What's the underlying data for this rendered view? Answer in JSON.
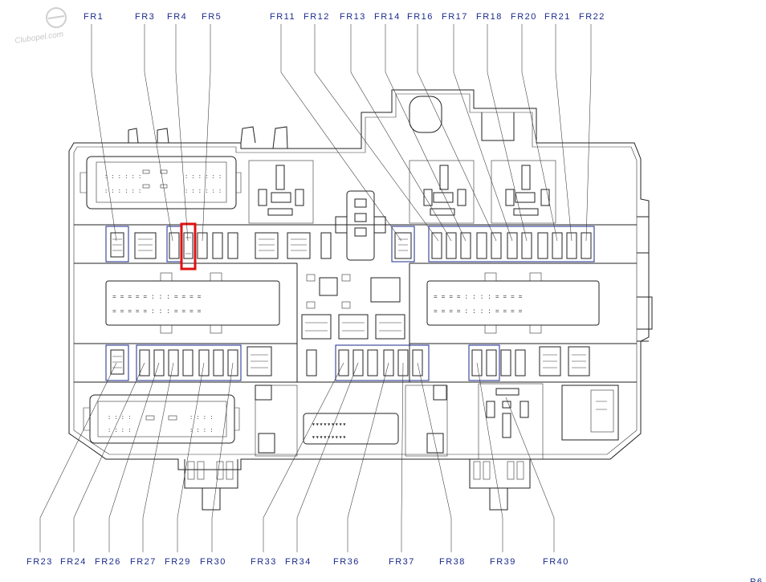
{
  "watermark": "Clubopel.com",
  "page_corner_fragment": "P6",
  "highlight_color": "#e01010",
  "label_color": "#1a2a8c",
  "top_labels": [
    "FR1",
    "FR3",
    "FR4",
    "FR5",
    "FR11",
    "FR12",
    "FR13",
    "FR14",
    "FR16",
    "FR17",
    "FR18",
    "FR20",
    "FR21",
    "FR22"
  ],
  "bottom_labels": [
    "FR23",
    "FR24",
    "FR26",
    "FR27",
    "FR29",
    "FR30",
    "FR33",
    "FR34",
    "FR36",
    "FR37",
    "FR38",
    "FR39",
    "FR40"
  ],
  "highlighted_fuse": "FR4"
}
